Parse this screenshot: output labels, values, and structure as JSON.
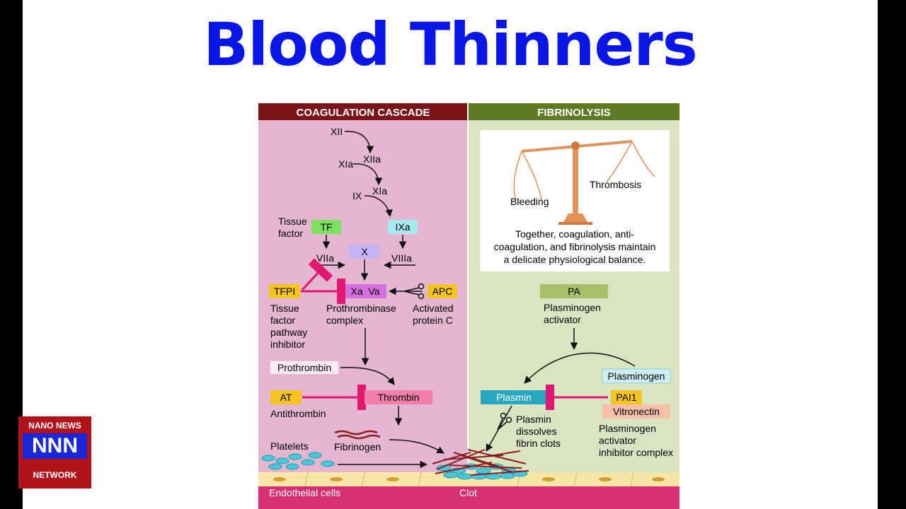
{
  "title": "Blood Thinners",
  "logo": {
    "top": "NANO NEWS",
    "middle": "NNN",
    "bottom": "NETWORK"
  },
  "diagram": {
    "coagulation": {
      "header": "COAGULATION CASCADE",
      "xii": "XII",
      "xiia": "XIIa",
      "xia_left": "XIa",
      "xia": "XIa",
      "ix": "IX",
      "ixa": "IXa",
      "tissue_factor_1": "Tissue",
      "tissue_factor_2": "factor",
      "tf": "TF",
      "viia": "VIIa",
      "x": "X",
      "viiia": "VIIIa",
      "tfpi": "TFPI",
      "xa_va": "Xa  Va",
      "apc": "APC",
      "tfpi_desc": [
        "Tissue",
        "factor",
        "pathway",
        "inhibitor"
      ],
      "prothrombinase": [
        "Prothrombinase",
        "complex"
      ],
      "apc_desc": [
        "Activated",
        "protein C"
      ],
      "prothrombin": "Prothrombin",
      "at": "AT",
      "thrombin": "Thrombin",
      "antithrombin": "Antithrombin",
      "fibrinogen": "Fibrinogen",
      "platelets": "Platelets"
    },
    "fibrinolysis": {
      "header": "FIBRINOLYSIS",
      "bleeding": "Bleeding",
      "thrombosis": "Thrombosis",
      "balance_text": [
        "Together, coagulation, anti-",
        "coagulation, and fibrinolysis maintain",
        "a delicate physiological balance."
      ],
      "pa": "PA",
      "pa_desc": [
        "Plasminogen",
        "activator"
      ],
      "plasminogen": "Plasminogen",
      "plasmin": "Plasmin",
      "pai1": "PAI1",
      "vitronectin": "Vitronectin",
      "plasmin_desc": [
        "Plasmin",
        "dissolves",
        "fibrin clots"
      ],
      "pai_desc": [
        "Plasminogen",
        "activator",
        "inhibitor complex"
      ]
    },
    "bottom": {
      "endothelial": "Endothelial cells",
      "clot": "Clot"
    },
    "colors": {
      "coag_bg": "#e4b6cf",
      "fib_bg": "#dbe4c2",
      "coag_header": "#7a1418",
      "fib_header": "#5e7a25",
      "inhibit": "#e01870"
    }
  }
}
